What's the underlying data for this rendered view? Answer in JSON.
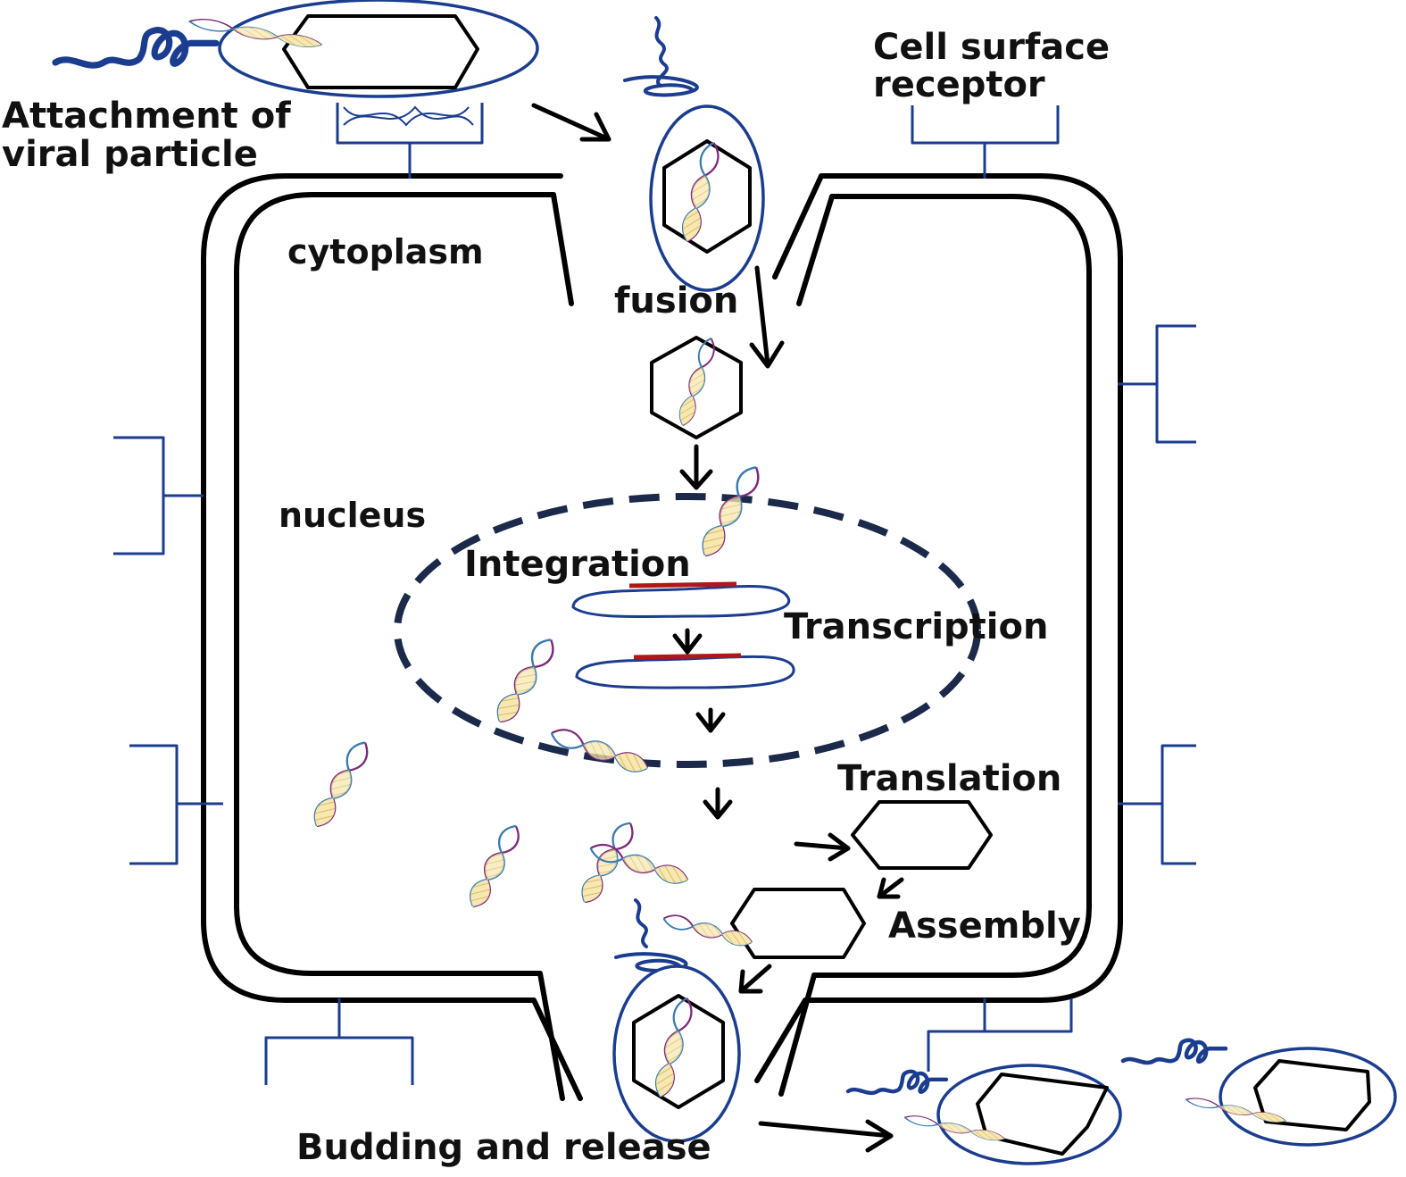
{
  "diagram": {
    "labels": {
      "attachment_line1": "Attachment of",
      "attachment_line2": "viral particle",
      "cell_surface_line1": "Cell surface",
      "cell_surface_line2": "receptor",
      "cytoplasm": "cytoplasm",
      "fusion": "fusion",
      "nucleus": "nucleus",
      "integration": "Integration",
      "transcription": "Transcription",
      "translation": "Translation",
      "assembly": "Assembly",
      "budding": "Budding and release"
    },
    "colors": {
      "membrane": "#000000",
      "receptor": "#1b3d8f",
      "nucleus_border": "#1b2a4a",
      "integration_segment": "#b01818",
      "strand_a": "#7a2a7a",
      "strand_b": "#3a7ab0",
      "base_fill": "#f3dfa0"
    }
  }
}
